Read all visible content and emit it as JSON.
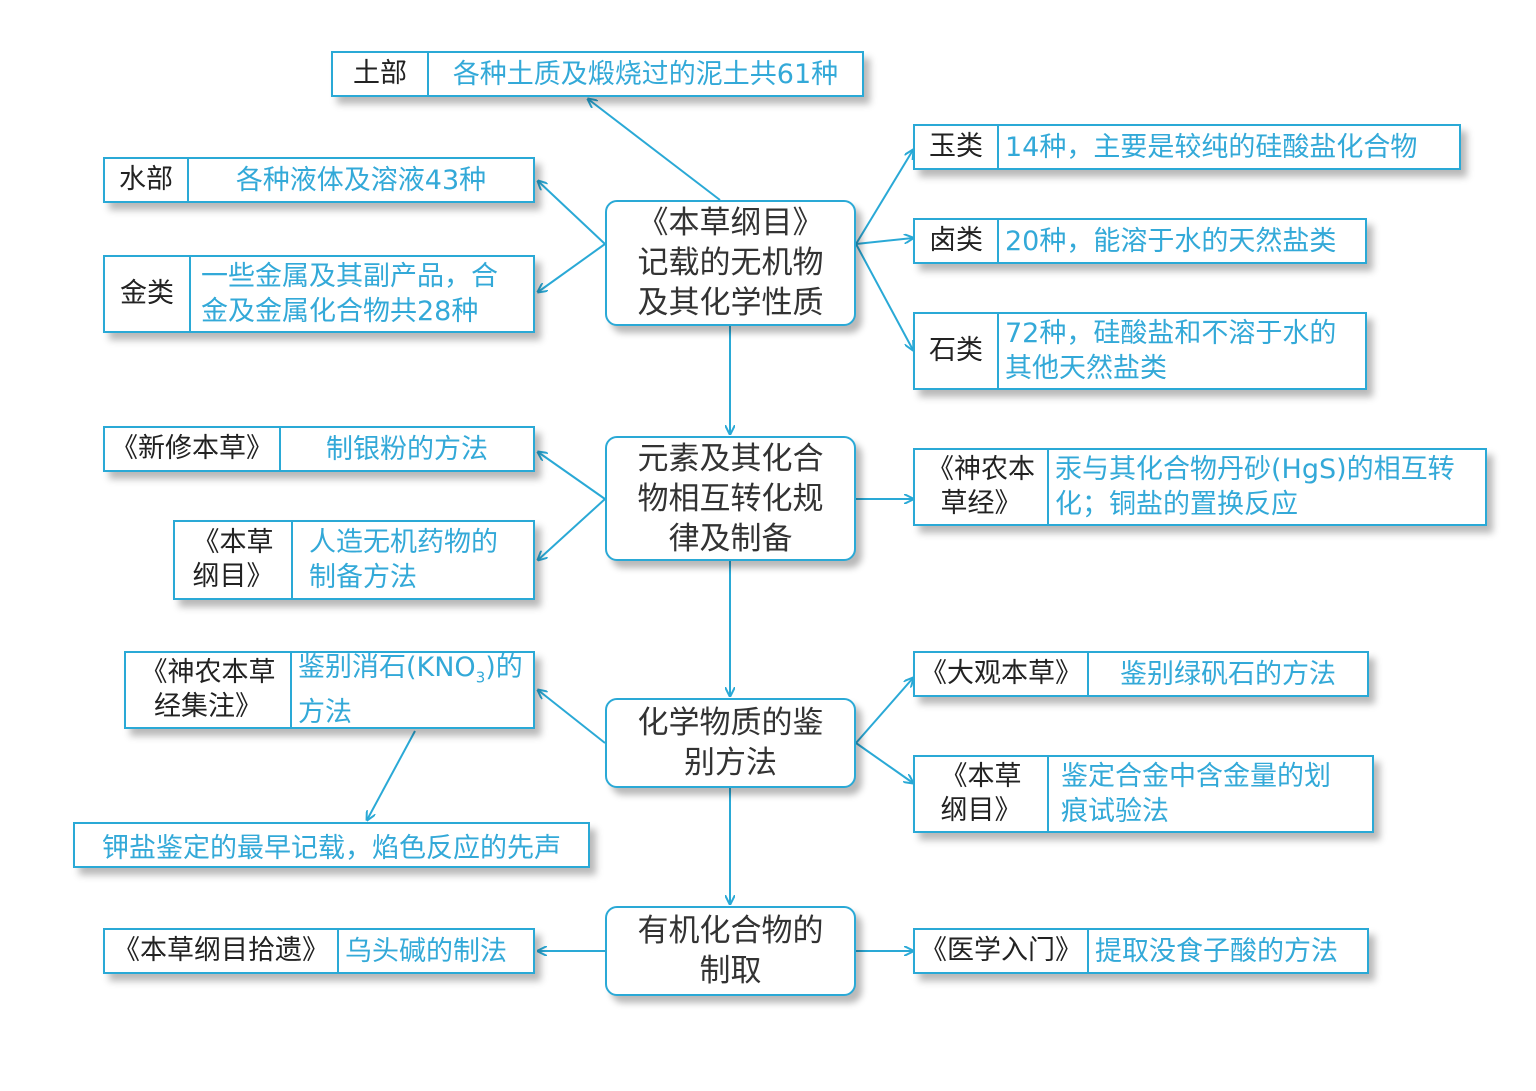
{
  "hubs": {
    "h1": "《本草纲目》\n记载的无机物\n及其化学性质",
    "h2": "元素及其化合\n物相互转化规\n律及制备",
    "h3": "化学物质的鉴\n别方法",
    "h4": "有机化合物的\n制取"
  },
  "cards": {
    "tubu": {
      "key": "土部",
      "val": "各种土质及煅烧过的泥土共61种"
    },
    "shuibu": {
      "key": "水部",
      "val": "各种液体及溶液43种"
    },
    "jinlei": {
      "key": "金类",
      "val": "一些金属及其副产品，合\n金及金属化合物共28种"
    },
    "yulei": {
      "key": "玉类",
      "val": "14种，主要是较纯的硅酸盐化合物"
    },
    "lulei": {
      "key": "卤类",
      "val": "20种，能溶于水的天然盐类"
    },
    "shilei": {
      "key": "石类",
      "val": "72种，硅酸盐和不溶于水的\n其他天然盐类"
    },
    "xinxiu": {
      "key": "《新修本草》",
      "val": "制银粉的方法"
    },
    "bencao1": {
      "key": "《本草\n纲目》",
      "val": "人造无机药物的\n制备方法"
    },
    "shennong": {
      "key": "《神农本\n草经》",
      "val": "汞与其化合物丹砂(HgS)的相互转\n化；铜盐的置换反应"
    },
    "jizhu": {
      "key": "《神农本草\n经集注》",
      "val_pre": "鉴别消石(KNO",
      "val_sub": "3",
      "val_post": ")的",
      "val_line2": "方法"
    },
    "daguan": {
      "key": "《大观本草》",
      "val": "鉴别绿矾石的方法"
    },
    "bencao2": {
      "key": "《本草\n纲目》",
      "val": "鉴定合金中含金量的划\n痕试验法"
    },
    "shiyi": {
      "key": "《本草纲目拾遗》",
      "val": "乌头碱的制法"
    },
    "yixue": {
      "key": "《医学入门》",
      "val": "提取没食子酸的方法"
    }
  },
  "note": "钾盐鉴定的最早记载，焰色反应的先声",
  "colors": {
    "line": "#2aa9d6",
    "value_text": "#33a9d8",
    "key_text": "#222222"
  }
}
